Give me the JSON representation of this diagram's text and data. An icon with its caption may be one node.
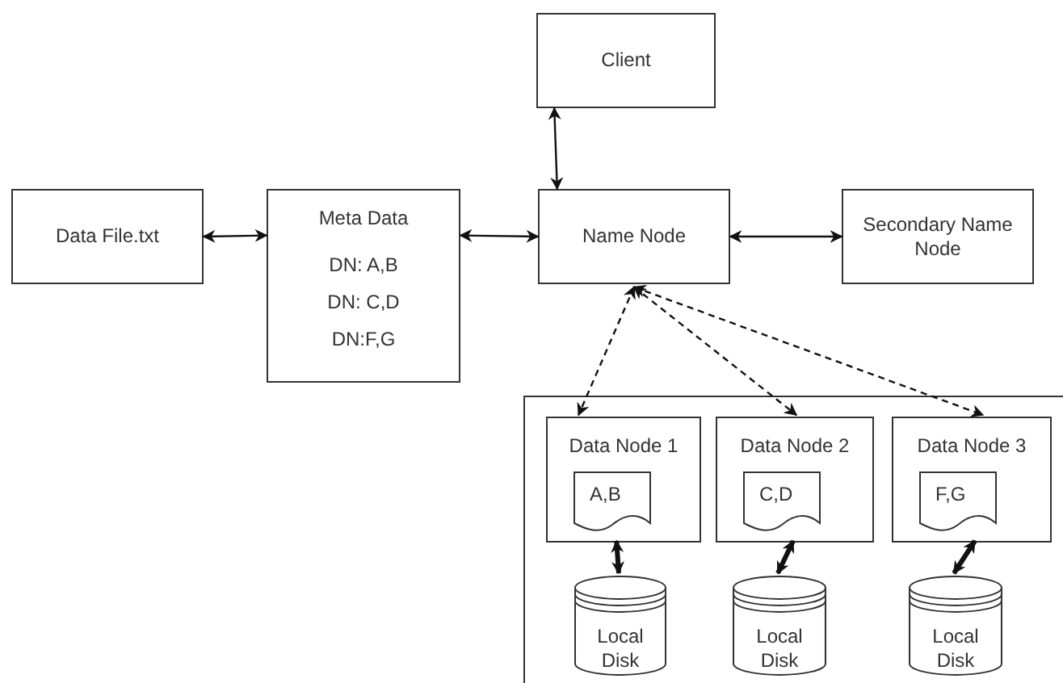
{
  "diagram": {
    "nodes": [
      {
        "text": [
          "Client"
        ]
      },
      {
        "text": [
          "Data File.txt"
        ]
      },
      {
        "text": [
          "Meta Data",
          "DN: A,B",
          "DN: C,D",
          "DN:F,G"
        ]
      },
      {
        "text": [
          "Name Node"
        ]
      },
      {
        "text": [
          "Secondary Name Node"
        ]
      },
      {
        "text": [],
        "shape": "box"
      },
      {
        "text": [
          "Data Node 1"
        ],
        "in": 5
      },
      {
        "text": [
          "A,B"
        ],
        "in": 6
      },
      {
        "text": [
          "Data Node 2"
        ],
        "in": 5
      },
      {
        "text": [
          "C,D"
        ],
        "in": 8
      },
      {
        "text": [
          "Data Node 3"
        ],
        "in": 5
      },
      {
        "text": [
          "F,G"
        ],
        "in": 10
      },
      {
        "text": [
          "Local Disk"
        ],
        "in": 5
      },
      {
        "text": [
          "Local Disk"
        ],
        "in": 5
      },
      {
        "text": [
          "Local Disk"
        ],
        "in": 5
      }
    ],
    "edges": [
      {
        "from": 0,
        "to": 3,
        "arrow": "both"
      },
      {
        "from": 1,
        "to": 2,
        "arrow": "both"
      },
      {
        "from": 2,
        "to": 3,
        "arrow": "both"
      },
      {
        "from": 3,
        "to": 4,
        "arrow": "both"
      },
      {
        "from": 3,
        "to": 6,
        "arrow": "both",
        "style": "dashed"
      },
      {
        "from": 3,
        "to": 8,
        "arrow": "both",
        "style": "dashed"
      },
      {
        "from": 3,
        "to": 10,
        "arrow": "both",
        "style": "dashed"
      },
      {
        "from": 6,
        "to": 12,
        "arrow": "both",
        "style": "thick"
      },
      {
        "from": 8,
        "to": 13,
        "arrow": "both",
        "style": "thick"
      },
      {
        "from": 10,
        "to": 14,
        "arrow": "both",
        "style": "thick"
      }
    ]
  }
}
